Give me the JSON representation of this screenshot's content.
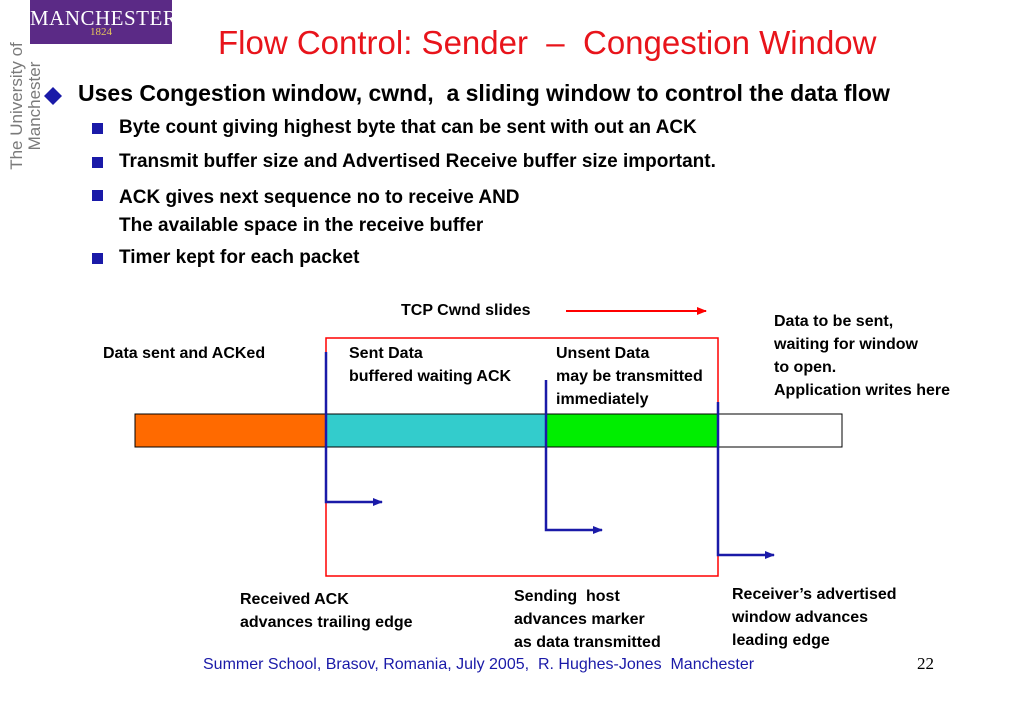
{
  "logo": {
    "word": "MANCHESTER",
    "year": "1824"
  },
  "university_mark": "The University of Manchester",
  "title": "Flow Control: Sender  –  Congestion Window",
  "bullet_main": "Uses Congestion window, cwnd,  a sliding window to control the data flow",
  "sub_bullets": [
    "Byte count giving highest byte that can be sent with out an ACK",
    "Transmit buffer size and Advertised Receive buffer size important.",
    "ACK gives next sequence no to receive AND\nThe available space in the receive buffer",
    "Timer kept for each packet"
  ],
  "diagram": {
    "slides_label": "TCP Cwnd slides",
    "seg_acked": "Data sent and ACKed",
    "seg_sent": "Sent Data\nbuffered waiting ACK",
    "seg_unsent": "Unsent Data\nmay be transmitted\nimmediately",
    "seg_tobesent": "Data to be sent,\nwaiting for window\nto open.\nApplication writes here",
    "note_ack": "Received ACK\nadvances trailing edge",
    "note_sending": "Sending  host\nadvances marker\nas data transmitted",
    "note_receiver": "Receiver’s advertised\nwindow advances\nleading edge",
    "colors": {
      "acked": "#ff6a00",
      "sent": "#33cccc",
      "unsent": "#00ee00",
      "tobesent": "#ffffff",
      "window": "#ff0000",
      "marker": "#1a1aa8"
    }
  },
  "footer": "Summer School, Brasov, Romania, July 2005,  R. Hughes-Jones  Manchester",
  "page_number": "22"
}
